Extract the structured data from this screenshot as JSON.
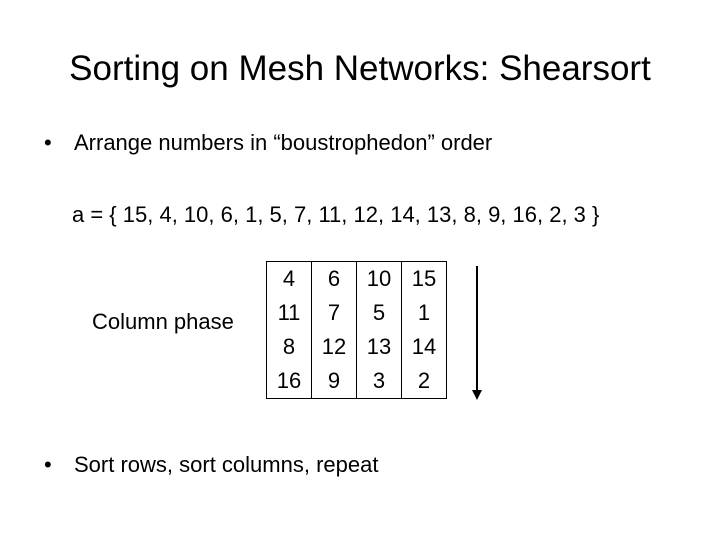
{
  "slide": {
    "title": "Sorting on Mesh Networks: Shearsort",
    "bullets": [
      "Arrange numbers in “boustrophedon” order",
      "Sort rows, sort columns, repeat"
    ],
    "bullet_marker": "•",
    "array_text": "a = { 15, 4, 10, 6, 1, 5, 7, 11, 12, 14, 13, 8, 9, 16, 2, 3 }",
    "phase_label": "Column phase",
    "mesh": [
      [
        "4",
        "6",
        "10",
        "15"
      ],
      [
        "11",
        "7",
        "5",
        "1"
      ],
      [
        "8",
        "12",
        "13",
        "14"
      ],
      [
        "16",
        "9",
        "3",
        "2"
      ]
    ],
    "arrow": {
      "icon": "down-arrow-icon",
      "color": "#000000"
    }
  }
}
